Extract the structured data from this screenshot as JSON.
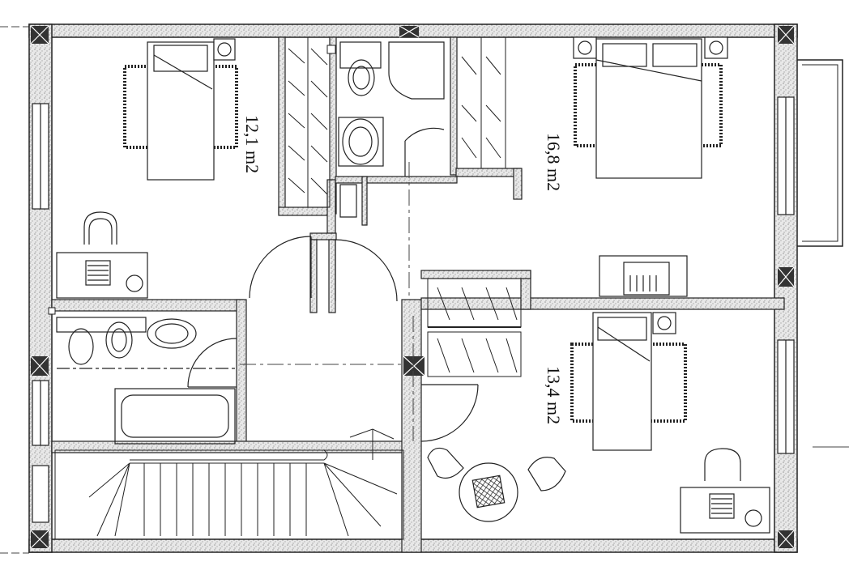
{
  "rooms": [
    {
      "id": "bedroom-1",
      "area_label": "12,1 m2"
    },
    {
      "id": "bedroom-2",
      "area_label": "16,8 m2"
    },
    {
      "id": "bedroom-3",
      "area_label": "13,4 m2"
    }
  ]
}
